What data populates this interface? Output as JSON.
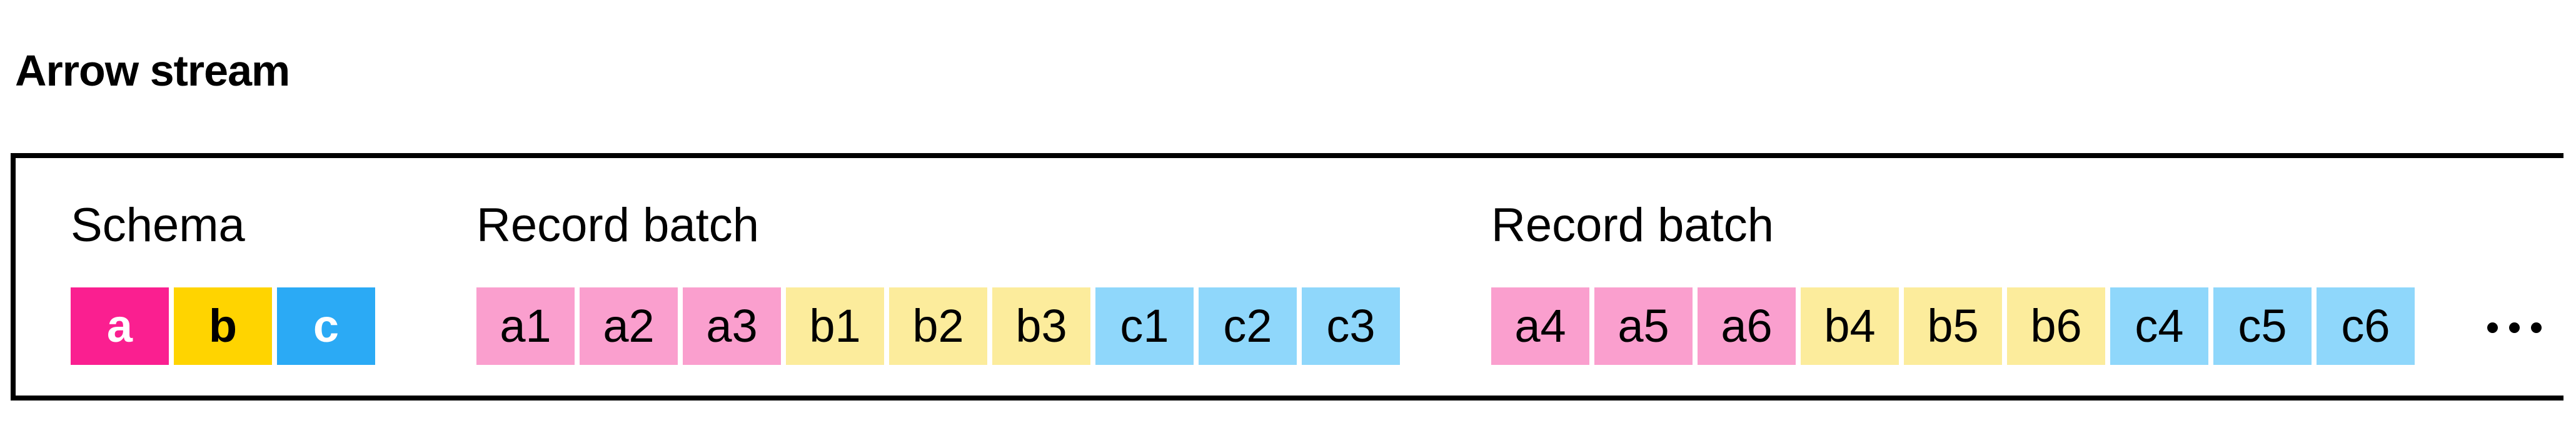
{
  "title": "Arrow stream",
  "palette": {
    "magenta": "#FA1F90",
    "yellow": "#FFD400",
    "blue": "#2BAAF5",
    "pink_light": "#FA9FCE",
    "yellow_light": "#FCEC9C",
    "blue_light": "#8FD7FB",
    "ink": "#000000",
    "paper": "#FFFFFF"
  },
  "schema": {
    "label": "Schema",
    "cells": [
      {
        "text": "a",
        "bg": "magenta",
        "fg": "#FFFFFF",
        "bold": true
      },
      {
        "text": "b",
        "bg": "yellow",
        "fg": "#000000",
        "bold": true
      },
      {
        "text": "c",
        "bg": "blue",
        "fg": "#FFFFFF",
        "bold": true
      }
    ]
  },
  "batches": [
    {
      "label": "Record batch",
      "cells": [
        {
          "text": "a1",
          "bg": "pink_light",
          "fg": "#000000"
        },
        {
          "text": "a2",
          "bg": "pink_light",
          "fg": "#000000"
        },
        {
          "text": "a3",
          "bg": "pink_light",
          "fg": "#000000"
        },
        {
          "text": "b1",
          "bg": "yellow_light",
          "fg": "#000000"
        },
        {
          "text": "b2",
          "bg": "yellow_light",
          "fg": "#000000"
        },
        {
          "text": "b3",
          "bg": "yellow_light",
          "fg": "#000000"
        },
        {
          "text": "c1",
          "bg": "blue_light",
          "fg": "#000000"
        },
        {
          "text": "c2",
          "bg": "blue_light",
          "fg": "#000000"
        },
        {
          "text": "c3",
          "bg": "blue_light",
          "fg": "#000000"
        }
      ]
    },
    {
      "label": "Record batch",
      "cells": [
        {
          "text": "a4",
          "bg": "pink_light",
          "fg": "#000000"
        },
        {
          "text": "a5",
          "bg": "pink_light",
          "fg": "#000000"
        },
        {
          "text": "a6",
          "bg": "pink_light",
          "fg": "#000000"
        },
        {
          "text": "b4",
          "bg": "yellow_light",
          "fg": "#000000"
        },
        {
          "text": "b5",
          "bg": "yellow_light",
          "fg": "#000000"
        },
        {
          "text": "b6",
          "bg": "yellow_light",
          "fg": "#000000"
        },
        {
          "text": "c4",
          "bg": "blue_light",
          "fg": "#000000"
        },
        {
          "text": "c5",
          "bg": "blue_light",
          "fg": "#000000"
        },
        {
          "text": "c6",
          "bg": "blue_light",
          "fg": "#000000"
        }
      ]
    }
  ],
  "ellipsis": {
    "dot_count": 3,
    "color": "#000000"
  }
}
